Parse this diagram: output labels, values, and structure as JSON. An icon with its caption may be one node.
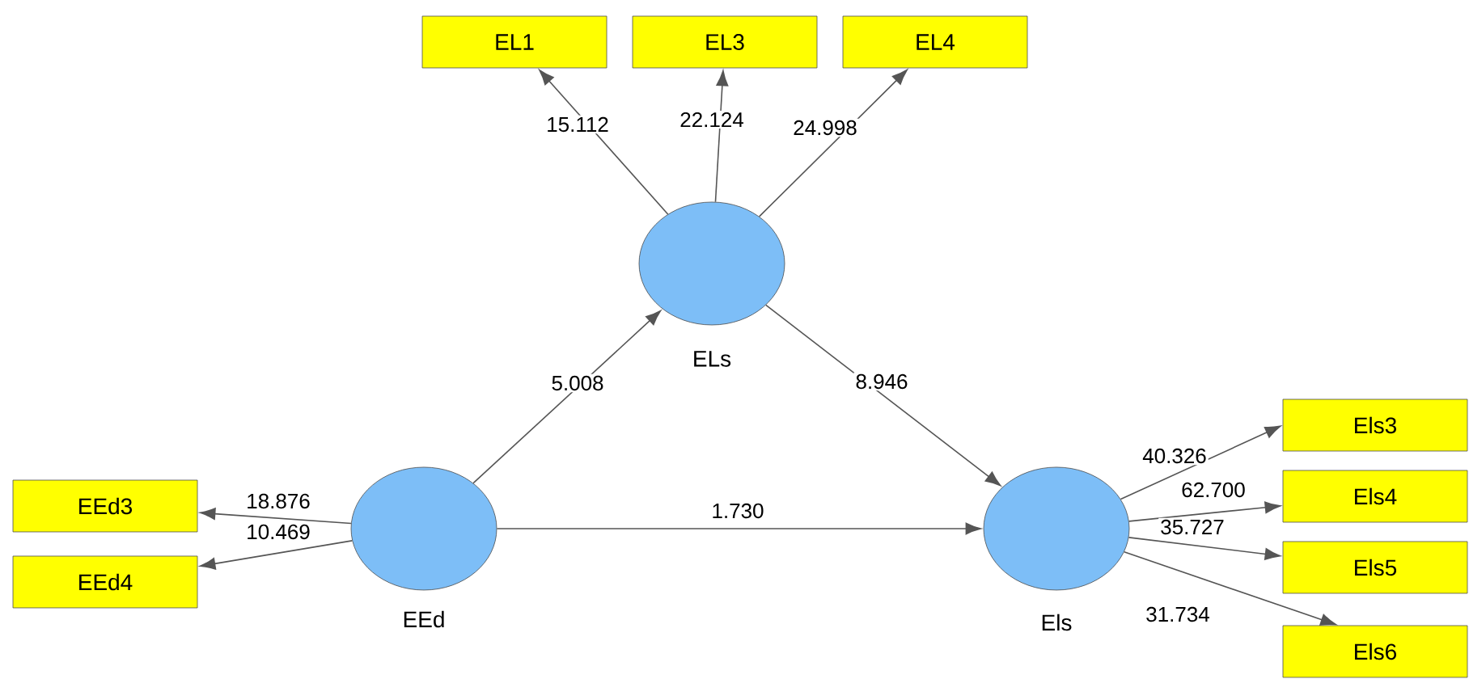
{
  "diagram": {
    "nodes": [
      {
        "text": [
          "EL1"
        ]
      },
      {
        "text": [
          "EL3"
        ]
      },
      {
        "text": [
          "EL4"
        ]
      },
      {
        "text": [],
        "shape": "circle",
        "beside": [
          "ELs"
        ]
      },
      {
        "text": [
          "EEd3"
        ]
      },
      {
        "text": [
          "EEd4"
        ]
      },
      {
        "text": [],
        "shape": "circle",
        "beside": [
          "EEd"
        ]
      },
      {
        "text": [],
        "shape": "circle",
        "beside": [
          "Els"
        ]
      },
      {
        "text": [
          "Els3"
        ]
      },
      {
        "text": [
          "Els4"
        ]
      },
      {
        "text": [
          "Els5"
        ]
      },
      {
        "text": [
          "Els6"
        ]
      }
    ],
    "edges": [
      {
        "from": 3,
        "to": 0,
        "arrow": "to",
        "label": "15.112"
      },
      {
        "from": 3,
        "to": 1,
        "arrow": "to",
        "label": "22.124"
      },
      {
        "from": 3,
        "to": 2,
        "arrow": "to",
        "label": "24.998"
      },
      {
        "from": 6,
        "to": 3,
        "arrow": "to",
        "label": "5.008"
      },
      {
        "from": 3,
        "to": 7,
        "arrow": "to",
        "label": "8.946"
      },
      {
        "from": 6,
        "to": 4,
        "arrow": "to",
        "label": "18.876"
      },
      {
        "from": 6,
        "to": 5,
        "arrow": "to",
        "label": "10.469"
      },
      {
        "from": 6,
        "to": 7,
        "arrow": "to",
        "label": "1.730"
      },
      {
        "from": 7,
        "to": 8,
        "arrow": "to",
        "label": "40.326"
      },
      {
        "from": 7,
        "to": 9,
        "arrow": "to",
        "label": "62.700"
      },
      {
        "from": 7,
        "to": 10,
        "arrow": "to",
        "label": "35.727"
      },
      {
        "from": 7,
        "to": 11,
        "arrow": "to",
        "label": "31.734"
      }
    ]
  }
}
